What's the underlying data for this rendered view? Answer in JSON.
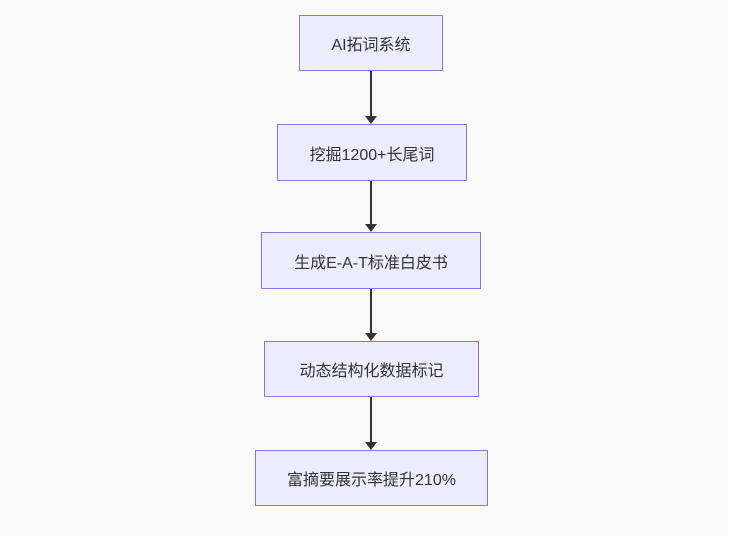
{
  "diagram": {
    "type": "flowchart-top-down",
    "colors": {
      "background": "#fafafa",
      "node-fill": "#ececff",
      "node-border": "#9370db",
      "text-color": "#333333",
      "arrow-color": "#333333"
    },
    "nodes": [
      {
        "id": "A",
        "label": "AI拓词系统"
      },
      {
        "id": "B",
        "label": "挖掘1200+长尾词"
      },
      {
        "id": "C",
        "label": "生成E-A-T标准白皮书"
      },
      {
        "id": "D",
        "label": "动态结构化数据标记"
      },
      {
        "id": "E",
        "label": "富摘要展示率提升210%"
      }
    ],
    "edges": [
      {
        "from": "A",
        "to": "B"
      },
      {
        "from": "B",
        "to": "C"
      },
      {
        "from": "C",
        "to": "D"
      },
      {
        "from": "D",
        "to": "E"
      }
    ]
  }
}
